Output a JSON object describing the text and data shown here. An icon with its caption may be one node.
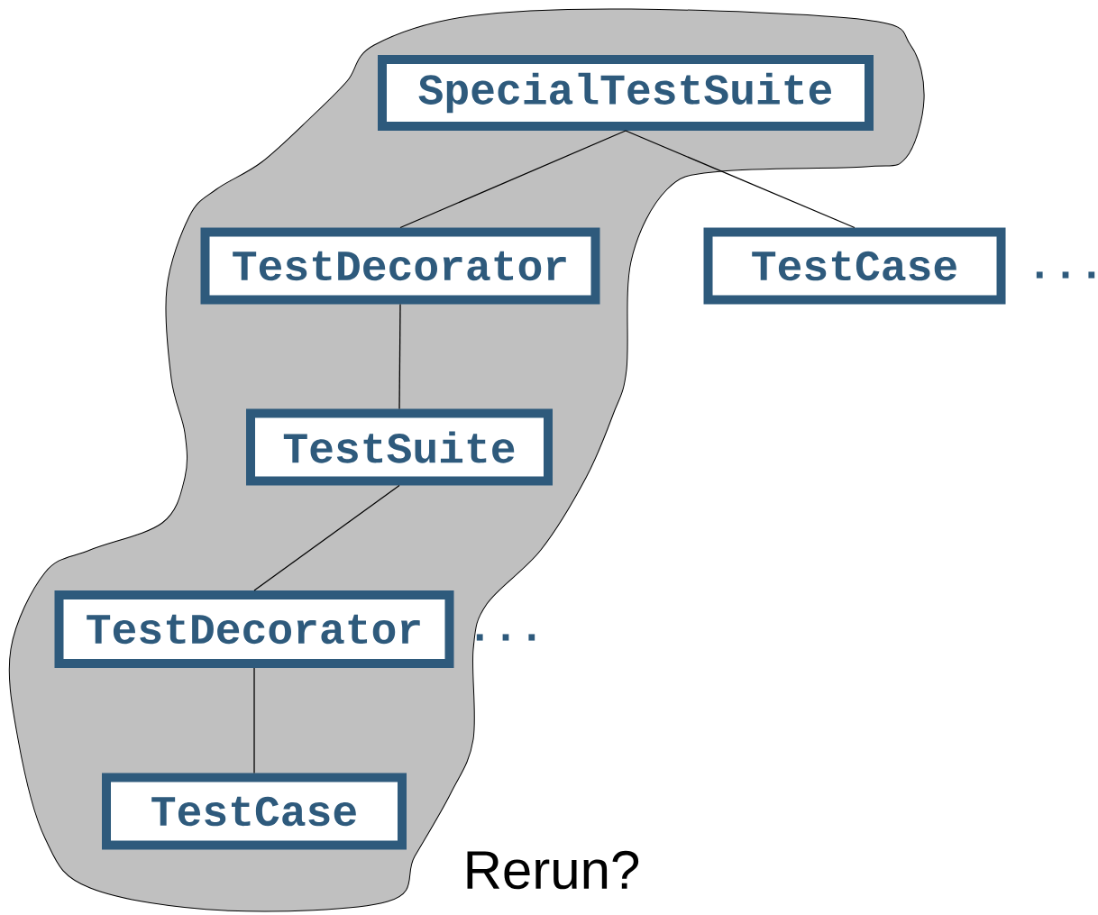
{
  "diagram": {
    "nodes": [
      {
        "text": [
          "SpecialTestSuite"
        ]
      },
      {
        "text": [
          "TestDecorator"
        ]
      },
      {
        "text": [
          "TestCase"
        ],
        "beside": [
          "..."
        ]
      },
      {
        "text": [
          "TestSuite"
        ]
      },
      {
        "text": [
          "TestDecorator"
        ],
        "beside": [
          "..."
        ]
      },
      {
        "text": [
          "TestCase"
        ]
      }
    ],
    "edges": [
      {
        "from": 0,
        "to": 1,
        "arrow": "none"
      },
      {
        "from": 0,
        "to": 2,
        "arrow": "none"
      },
      {
        "from": 1,
        "to": 3,
        "arrow": "none"
      },
      {
        "from": 3,
        "to": 4,
        "arrow": "none"
      },
      {
        "from": 4,
        "to": 5,
        "arrow": "none"
      }
    ],
    "labels": [
      "Rerun?"
    ]
  }
}
